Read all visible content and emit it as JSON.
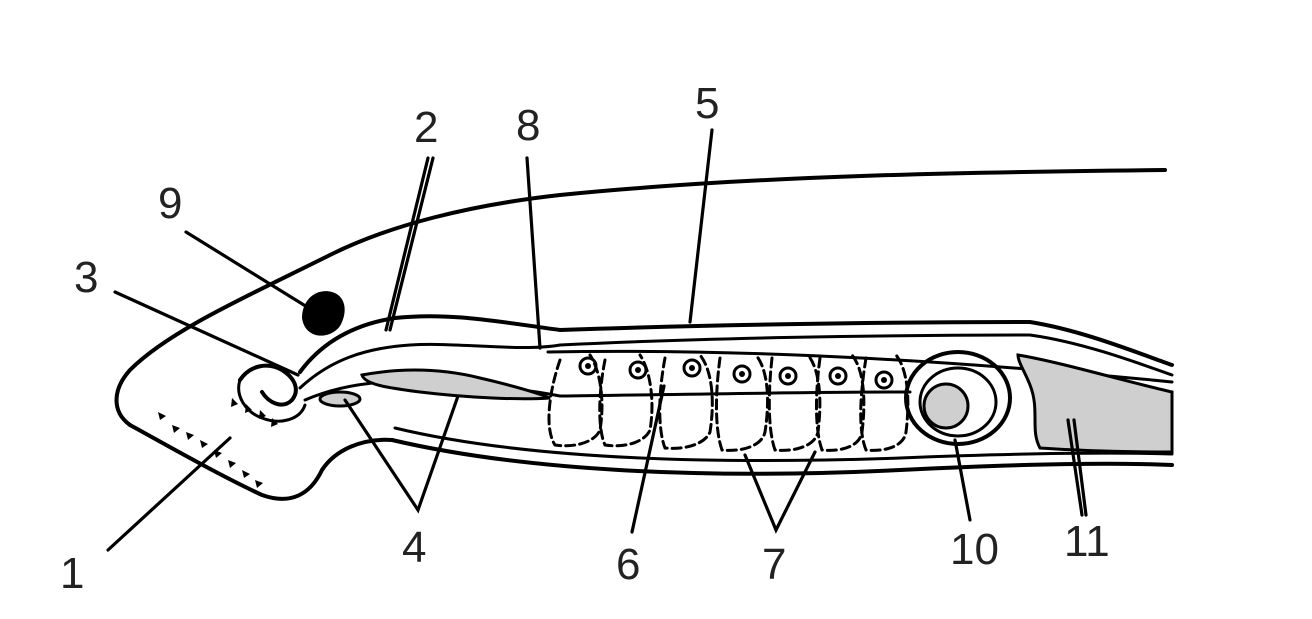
{
  "labels": {
    "l1": "1",
    "l2": "2",
    "l3": "3",
    "l4": "4",
    "l5": "5",
    "l6": "6",
    "l7": "7",
    "l8": "8",
    "l9": "9",
    "l10": "10",
    "l11": "11"
  },
  "colors": {
    "line": "#000000",
    "fill_grey": "#cfcfcf",
    "background": "#ffffff"
  }
}
